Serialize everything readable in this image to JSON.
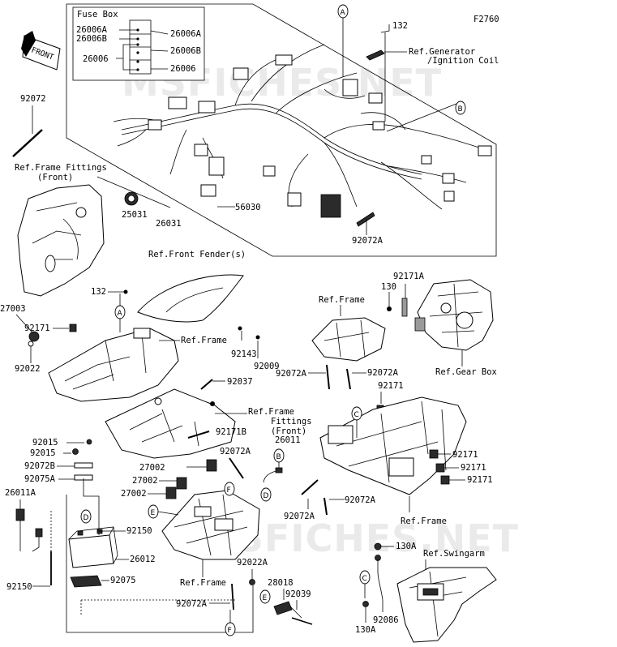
{
  "figure_code": "F2760",
  "watermark": "MSFICHES.NET",
  "front_label": "FRONT",
  "fuse_box": {
    "title": "Fuse Box",
    "left": [
      "26006A",
      "26006B",
      "26006"
    ],
    "right": [
      "26006A",
      "26006B",
      "26006"
    ]
  },
  "callouts": {
    "c132_top": "132",
    "ref_generator": "Ref.Generator",
    "ref_ignition": "/Ignition Coil",
    "c92072": "92072",
    "ref_frame_fittings_front_1": "Ref.Frame Fittings",
    "ref_frame_fittings_front_2": "(Front)",
    "c25031": "25031",
    "c26031": "26031",
    "c56030": "56030",
    "c92072A_top": "92072A",
    "ref_front_fenders": "Ref.Front Fender(s)",
    "c132_mid": "132",
    "c27003": "27003",
    "c92171_left": "92171",
    "c92022": "92022",
    "ref_frame_mid": "Ref.Frame",
    "c92143": "92143",
    "c92009": "92009",
    "c92037": "92037",
    "ref_frame_fittings2_1": "Ref.Frame",
    "ref_frame_fittings2_2": "Fittings",
    "ref_frame_fittings2_3": "(Front)",
    "c92171B": "92171B",
    "c92171A": "92171A",
    "c130": "130",
    "ref_frame_right": "Ref.Frame",
    "c92072A_r1": "92072A",
    "c92072A_r2": "92072A",
    "ref_gear_box": "Ref.Gear Box",
    "c92171_r0": "92171",
    "c92015_a": "92015",
    "c92015_b": "92015",
    "c92072B": "92072B",
    "c92075A": "92075A",
    "c26011A": "26011A",
    "c92072A_mid": "92072A",
    "c26011": "26011",
    "c27002_a": "27002",
    "c27002_b": "27002",
    "c27002_c": "27002",
    "c92150_a": "92150",
    "c26012": "26012",
    "c92075": "92075",
    "c92150_b": "92150",
    "ref_frame_bottom": "Ref.Frame",
    "c92072A_bot": "92072A",
    "c92022A": "92022A",
    "c28018": "28018",
    "c92039": "92039",
    "c92171_r1": "92171",
    "c92171_r2": "92171",
    "c92171_r3": "92171",
    "c92072A_lower1": "92072A",
    "c92072A_lower2": "92072A",
    "ref_frame_lower": "Ref.Frame",
    "c130A_a": "130A",
    "ref_swingarm": "Ref.Swingarm",
    "c92086": "92086",
    "c130A_b": "130A"
  },
  "markers": {
    "A1": "A",
    "A2": "A",
    "B1": "B",
    "B2": "B",
    "C1": "C",
    "C2": "C",
    "D1": "D",
    "D2": "D",
    "E1": "E",
    "E2": "E",
    "F1": "F",
    "F2": "F"
  }
}
